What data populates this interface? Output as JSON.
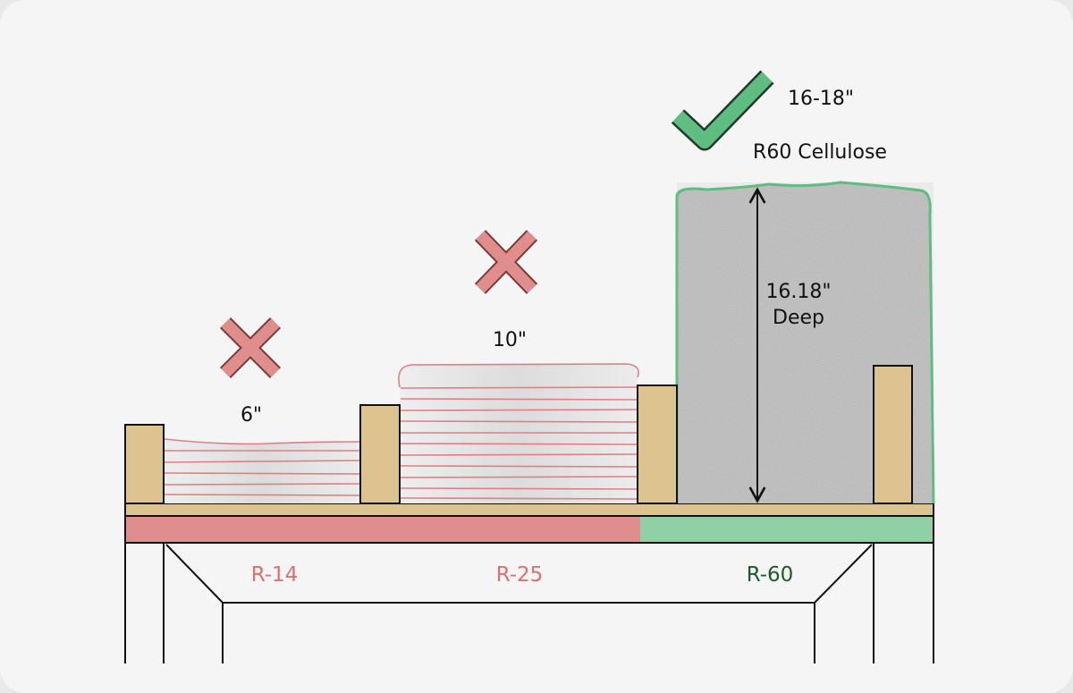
{
  "labels": {
    "depth_6": "6\"",
    "depth_10": "10\"",
    "depth_16_18": "16-18\"",
    "cellulose_title": "R60 Cellulose",
    "measure_line1": "16.18\"",
    "measure_line2": "Deep"
  },
  "r_values": {
    "r14": "R-14",
    "r25": "R-25",
    "r60": "R-60"
  },
  "icons": {
    "bad": "cross-icon",
    "good": "checkmark-icon"
  },
  "colors": {
    "bad": "#e08d8d",
    "good": "#5fbd82",
    "wood": "#dcc38f",
    "r_bad_text": "#e06f6f",
    "r_good_text": "#1e5a2c",
    "batt_lines": "#e07f86",
    "cellulose_fill": "#c9c9c9"
  }
}
